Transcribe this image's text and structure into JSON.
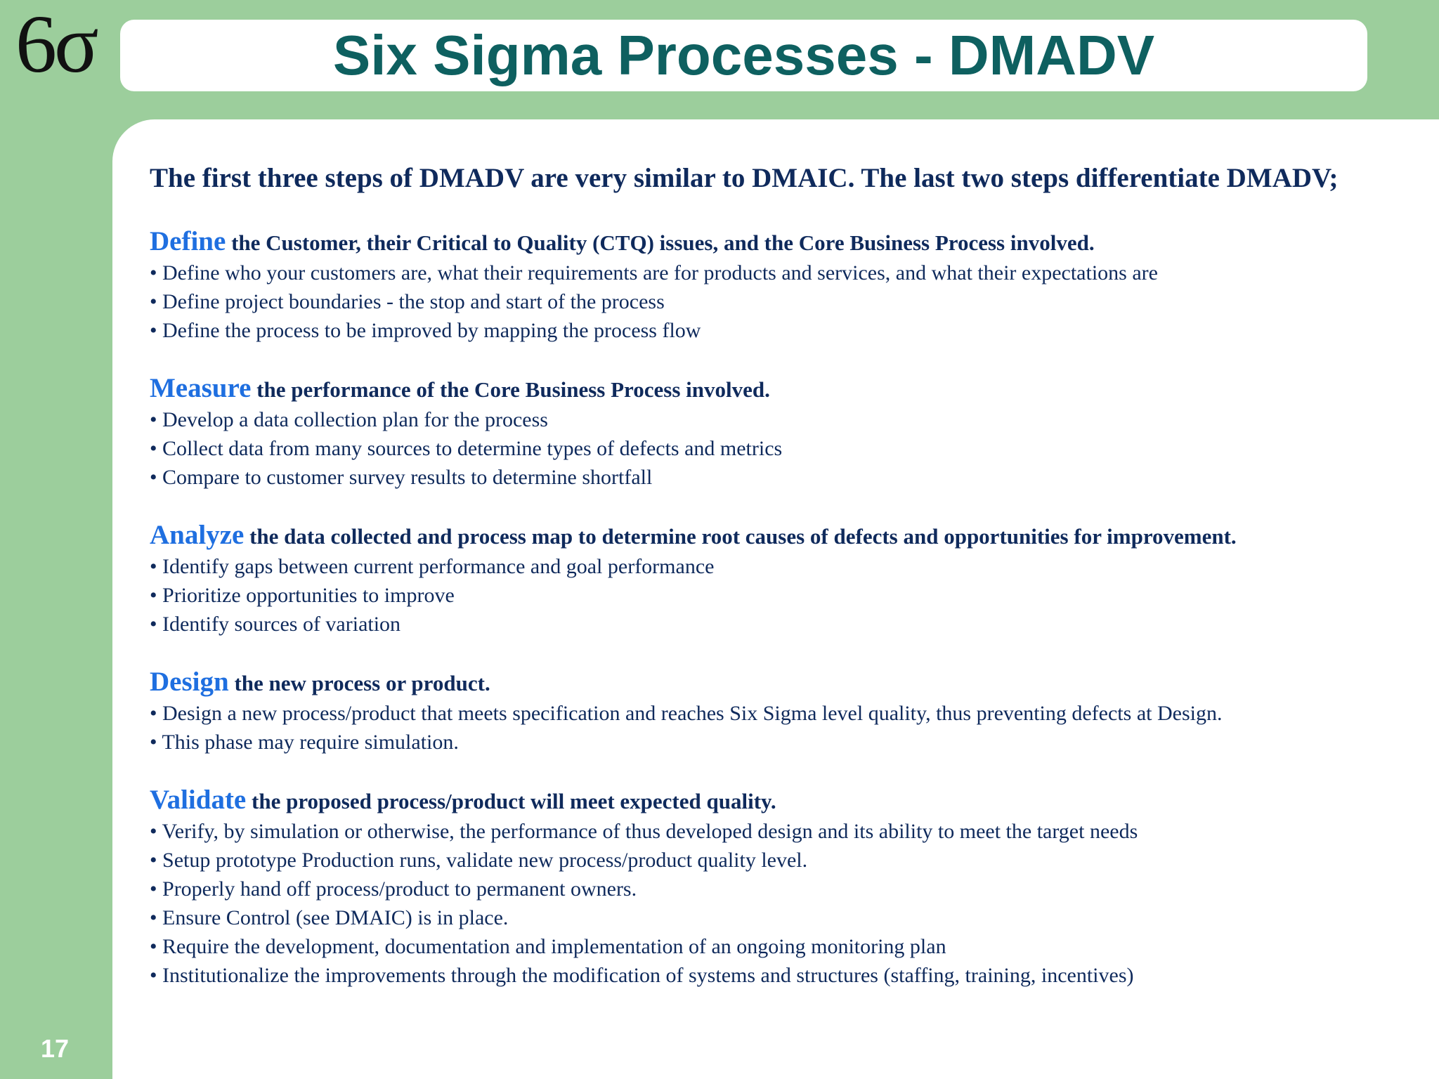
{
  "logo": {
    "text": "6σ"
  },
  "header": {
    "title": "Six Sigma Processes - DMADV"
  },
  "intro": "The first three steps of DMADV are very similar to DMAIC.  The last two steps differentiate DMADV;",
  "sections": [
    {
      "keyword": "Define",
      "heading": " the Customer, their Critical to Quality (CTQ) issues, and the Core Business Process involved.",
      "bullets": [
        "• Define who your customers are, what their requirements are for products and services, and what their expectations are",
        "• Define project boundaries - the stop and start of the process",
        "• Define the process to be improved by mapping the process flow"
      ]
    },
    {
      "keyword": "Measure",
      "heading": " the performance of the Core Business Process involved.",
      "bullets": [
        "• Develop a data collection plan for the process",
        "• Collect data from many sources to determine types of defects and metrics",
        "• Compare to customer survey results to determine shortfall"
      ]
    },
    {
      "keyword": "Analyze",
      "heading": " the data collected and process map to determine root causes of defects and opportunities for improvement.",
      "bullets": [
        "• Identify gaps between current performance and goal performance",
        "• Prioritize opportunities to improve",
        "• Identify sources of variation"
      ]
    },
    {
      "keyword": "Design",
      "heading": " the new process or product.",
      "bullets": [
        "• Design a new process/product that meets specification and reaches Six Sigma level quality, thus preventing defects at Design.",
        "• This phase may require simulation."
      ]
    },
    {
      "keyword": "Validate",
      "heading": " the proposed process/product will meet expected quality.",
      "bullets": [
        "• Verify, by simulation or otherwise, the performance of thus developed design and its ability to meet the target needs",
        "• Setup prototype Production runs, validate new process/product quality level.",
        "• Properly hand off process/product to permanent owners.",
        "• Ensure Control (see DMAIC) is in place.",
        "• Require the development, documentation and implementation of an ongoing monitoring plan",
        "• Institutionalize the improvements through the modification of systems and structures (staffing, training, incentives)"
      ]
    }
  ],
  "footer": {
    "page_number": "17"
  },
  "colors": {
    "background": "#9cce9c",
    "title": "#0e6060",
    "keyword": "#1f6fe0",
    "body_text": "#0f2a5c"
  }
}
